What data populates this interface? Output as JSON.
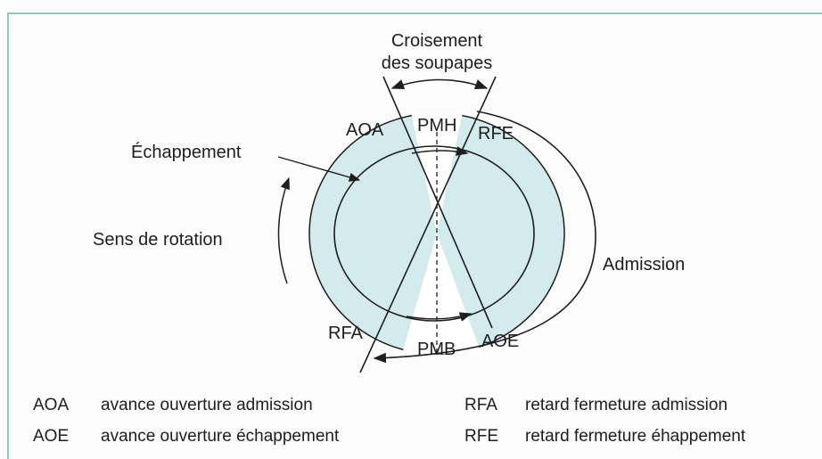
{
  "diagram": {
    "labels": {
      "croisement_line1": "Croisement",
      "croisement_line2": "des soupapes",
      "aoa": "AOA",
      "pmh": "PMH",
      "rfe": "RFE",
      "echappement": "Échappement",
      "sens_rotation": "Sens de rotation",
      "admission": "Admission",
      "rfa": "RFA",
      "pmb": "PMB",
      "aoe": "AOE"
    },
    "colors": {
      "disc_fill": "#d4ebee",
      "inner_fill": "#e1f1f3",
      "frame": "#8fc9b9",
      "stroke": "#1e1e1e"
    }
  },
  "legend": [
    {
      "abbr": "AOA",
      "text": "avance ouverture admission"
    },
    {
      "abbr": "AOE",
      "text": "avance ouverture échappement"
    },
    {
      "abbr": "RFA",
      "text": "retard fermeture admission"
    },
    {
      "abbr": "RFE",
      "text": "retard fermeture éhappement"
    }
  ]
}
